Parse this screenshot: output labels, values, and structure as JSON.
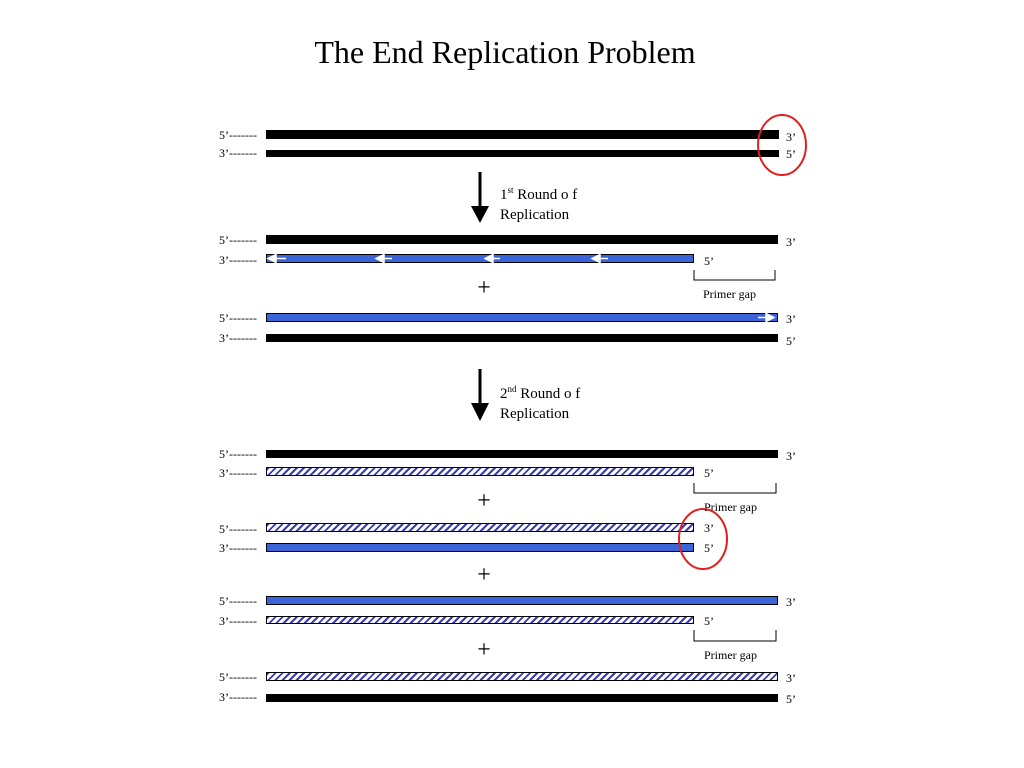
{
  "title": "The End Replication Problem",
  "labels": {
    "five_prime_dash": "5’-------",
    "three_prime_dash": "3’-------",
    "three_prime": "3’",
    "five_prime": "5’",
    "primer_gap": "Primer gap",
    "plus": "+"
  },
  "step1": {
    "ordinal": "1",
    "suffix": "st",
    "line1": "Round o f",
    "line2": "Replication"
  },
  "step2": {
    "ordinal": "2",
    "suffix": "nd",
    "line1": "Round o f",
    "line2": "Replication"
  },
  "colors": {
    "template": "#000000",
    "new_strand": "#3a64d8",
    "newest_strand_hatch": "#3a3ab8",
    "highlight_circle": "#e02020"
  }
}
